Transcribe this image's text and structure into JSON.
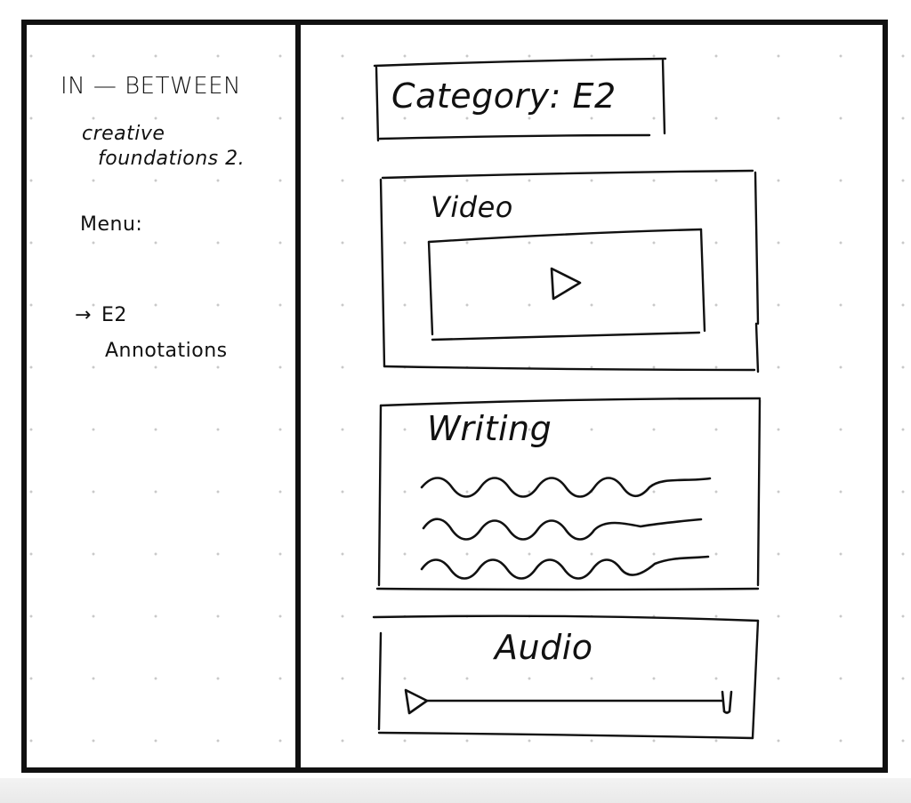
{
  "sidebar": {
    "title": "IN — BETWEEN",
    "subtitle_line1": "creative",
    "subtitle_line2": "foundations 2.",
    "menu_label": "Menu:",
    "menu_items": [
      {
        "arrow": "→",
        "label_line1": "E2",
        "label_line2": "Annotations"
      }
    ]
  },
  "main": {
    "category": "Category: E2",
    "video_title": "Video",
    "writing_title": "Writing",
    "audio_title": "Audio"
  },
  "icons": {
    "video_play": "play-triangle-icon",
    "audio_play": "play-triangle-icon",
    "audio_end": "pause-icon"
  },
  "colors": {
    "ink": "#111111",
    "paper": "#ffffff",
    "dots": "#c9c9c9"
  }
}
